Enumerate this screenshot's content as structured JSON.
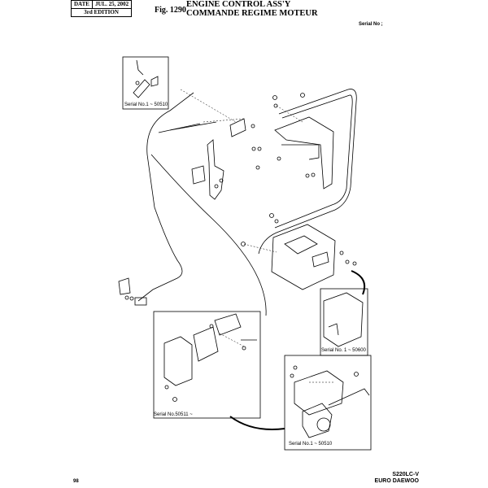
{
  "header": {
    "date_label": "DATE",
    "date_value": "JUL. 25, 2002",
    "edition": "3rd EDITION",
    "fig_number": "Fig. 1290",
    "title_en": "ENGINE CONTROL ASS'Y",
    "title_fr": "COMMANDE REGIME MOTEUR",
    "serial_no": "Serial No ;"
  },
  "captions": {
    "inset_top": "Serial No.1 ~ 50510",
    "inset_actuator": "Serial No.50511 ~",
    "inset_bracket": "Serial No. 1 ~ 50600",
    "inset_motor": "Serial No.1 ~ 50510"
  },
  "footer": {
    "page_number": "98",
    "model_line1": "S220LC-V",
    "model_line2": "EURO DAEWOO"
  },
  "colors": {
    "line": "#000000",
    "background": "#ffffff"
  }
}
